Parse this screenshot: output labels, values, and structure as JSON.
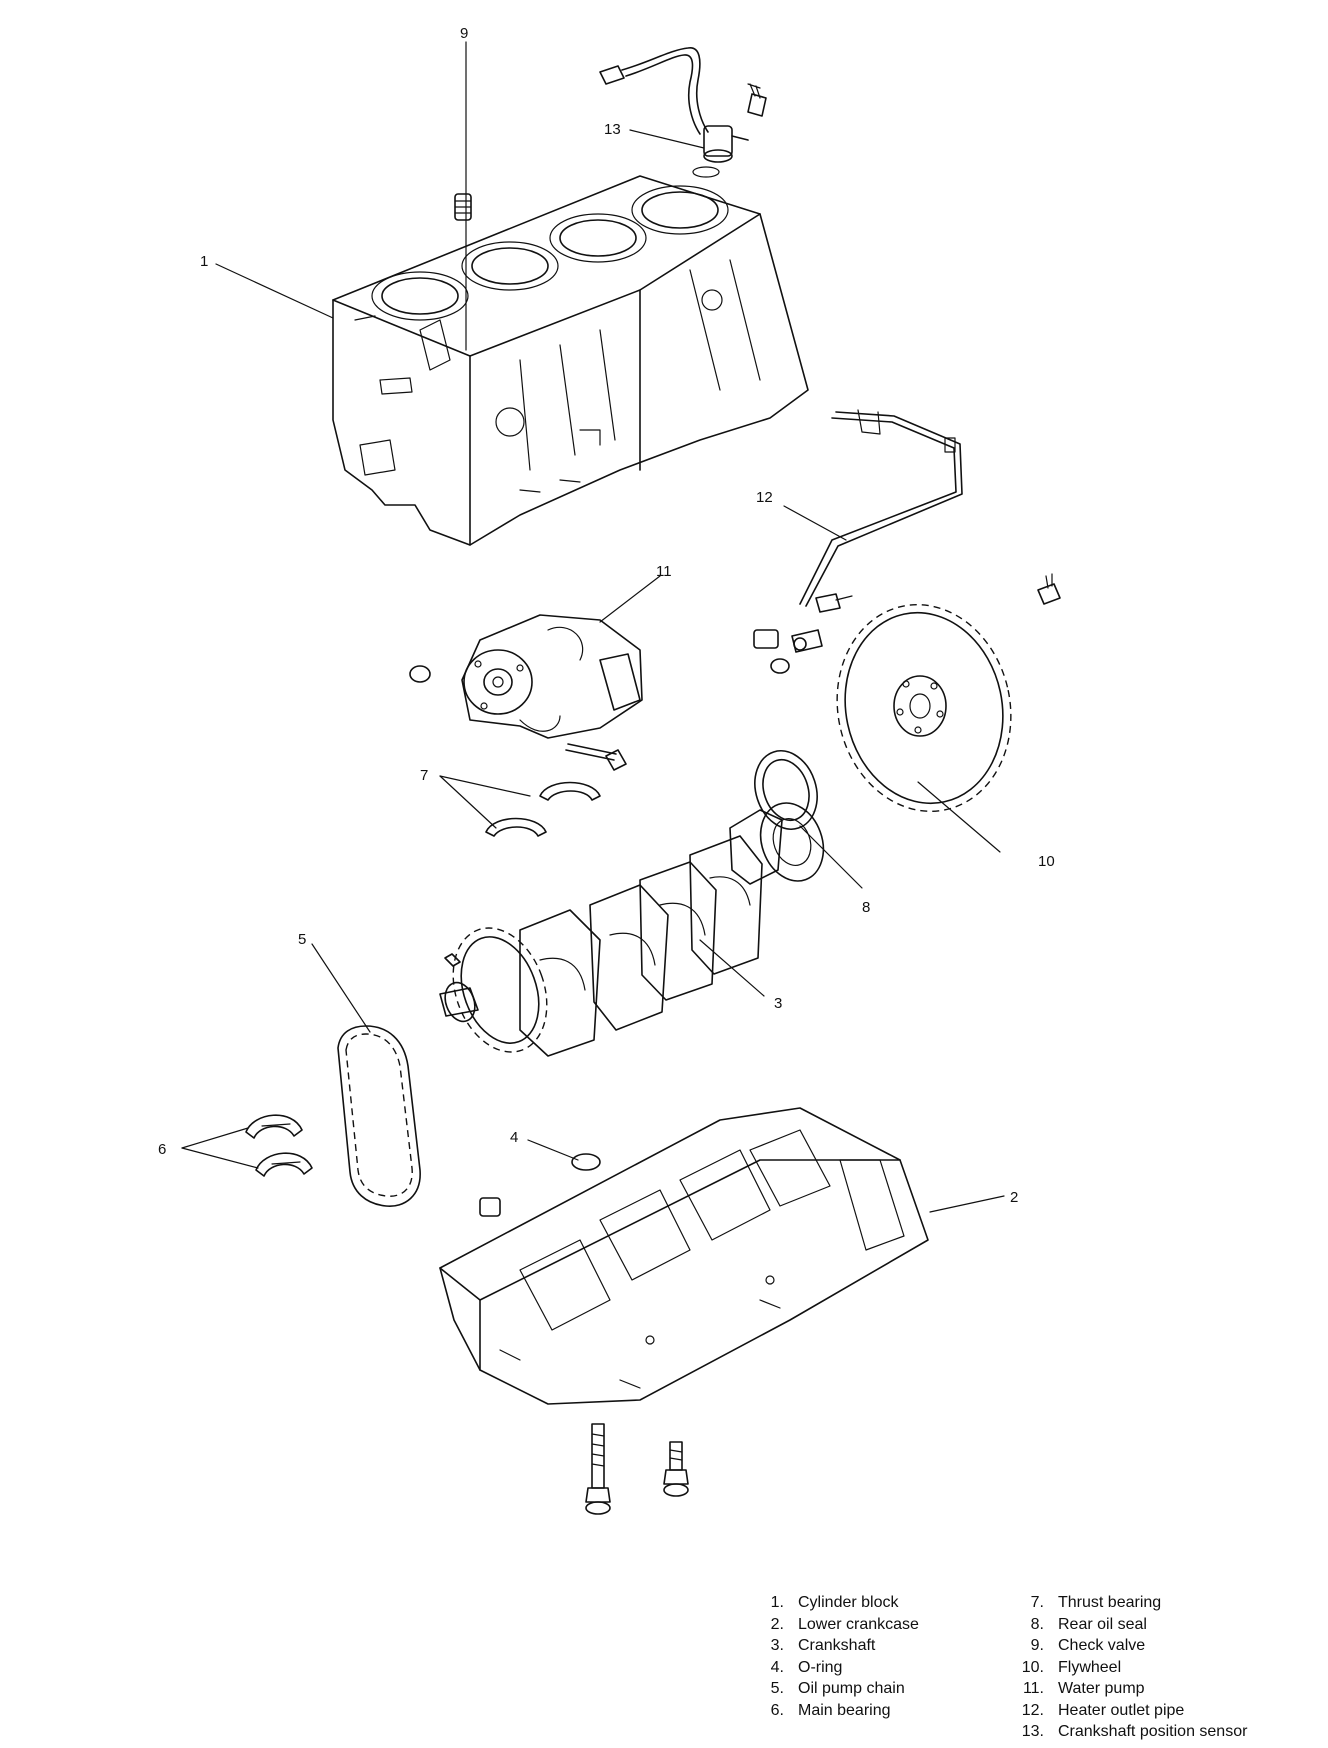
{
  "callouts": [
    "1",
    "2",
    "3",
    "4",
    "5",
    "6",
    "7",
    "8",
    "9",
    "10",
    "11",
    "12",
    "13"
  ],
  "legend": {
    "left": [
      {
        "num": "1.",
        "text": "Cylinder block"
      },
      {
        "num": "2.",
        "text": "Lower crankcase"
      },
      {
        "num": "3.",
        "text": "Crankshaft"
      },
      {
        "num": "4.",
        "text": "O-ring"
      },
      {
        "num": "5.",
        "text": "Oil pump chain"
      },
      {
        "num": "6.",
        "text": "Main bearing"
      }
    ],
    "right": [
      {
        "num": "7.",
        "text": "Thrust bearing"
      },
      {
        "num": "8.",
        "text": "Rear oil seal"
      },
      {
        "num": "9.",
        "text": "Check valve"
      },
      {
        "num": "10.",
        "text": "Flywheel"
      },
      {
        "num": "11.",
        "text": "Water pump"
      },
      {
        "num": "12.",
        "text": "Heater outlet pipe"
      },
      {
        "num": "13.",
        "text": "Crankshaft position sensor"
      }
    ]
  }
}
